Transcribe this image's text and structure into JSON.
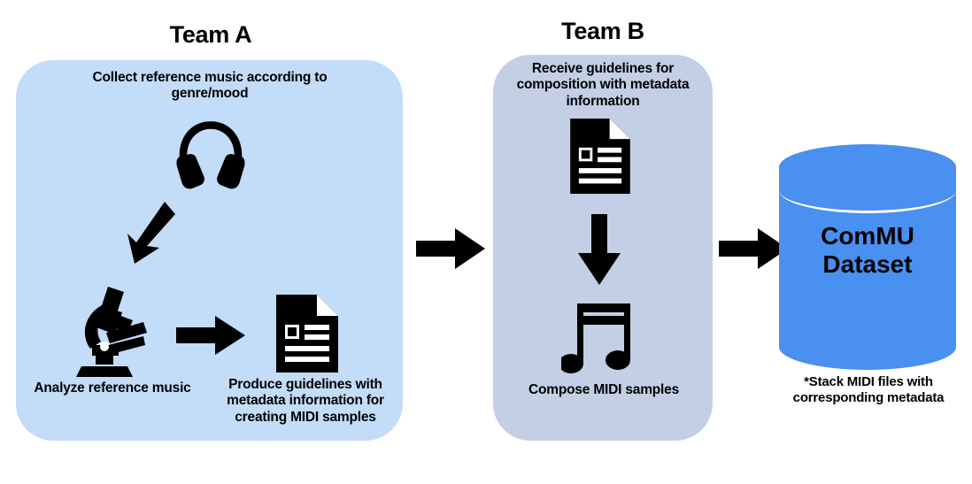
{
  "diagram": {
    "title_team_a": "Team A",
    "title_team_b": "Team B",
    "colors": {
      "panel_a_fill": "#c3dcf7",
      "panel_b_fill": "#c2cfe5",
      "database_fill": "#4a90f0",
      "icon_color": "#000000",
      "background": "#ffffff",
      "text_color": "#000000"
    },
    "team_a": {
      "step_1_caption": "Collect reference music according to genre/mood",
      "step_1_icon": "headphones-icon",
      "step_2_caption": "Analyze reference music",
      "step_2_icon": "microscope-icon",
      "step_3_caption": "Produce guidelines with metadata information for creating MIDI samples",
      "step_3_icon": "document-metadata-icon",
      "arrow_diagonal": "arrow-down-left-icon",
      "arrow_right": "arrow-right-icon"
    },
    "team_b": {
      "step_1_caption": "Receive guidelines for composition with metadata information",
      "step_1_icon": "document-metadata-icon",
      "step_2_caption": "Compose MIDI samples",
      "step_2_icon": "music-note-icon",
      "arrow_down": "arrow-down-icon"
    },
    "database": {
      "label_line_1": "ComMU",
      "label_line_2": "Dataset",
      "footnote": "*Stack MIDI files with corresponding metadata",
      "icon": "database-cylinder-icon"
    },
    "flow_arrows": {
      "a_to_b": "arrow-right-icon",
      "b_to_db": "arrow-right-icon"
    }
  }
}
